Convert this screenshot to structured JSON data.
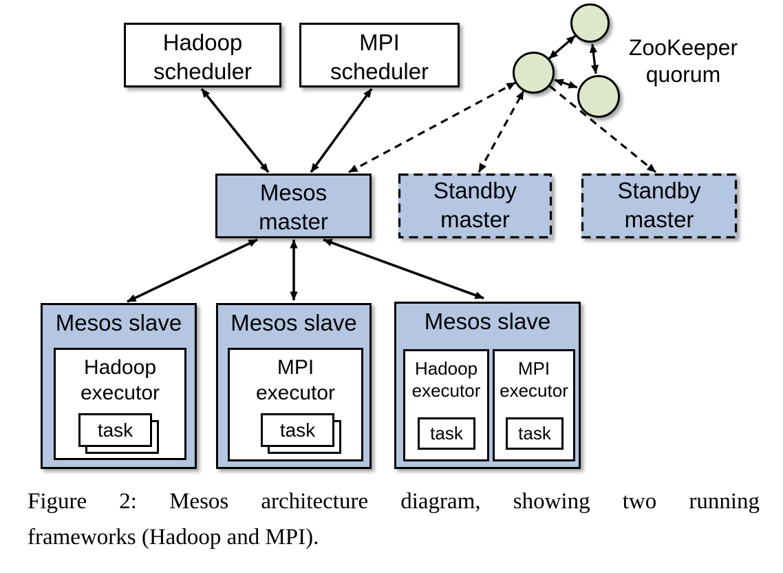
{
  "colors": {
    "node_blue": "#b4c6e1",
    "zk_green": "#dde7ca",
    "border_black": "#000000",
    "page_bg": "#ffffff"
  },
  "nodes": {
    "hadoop_scheduler": {
      "line1": "Hadoop",
      "line2": "scheduler"
    },
    "mpi_scheduler": {
      "line1": "MPI",
      "line2": "scheduler"
    },
    "zookeeper_label": {
      "line1": "ZooKeeper",
      "line2": "quorum"
    },
    "mesos_master": {
      "line1": "Mesos",
      "line2": "master"
    },
    "standby_master_1": {
      "line1": "Standby",
      "line2": "master"
    },
    "standby_master_2": {
      "line1": "Standby",
      "line2": "master"
    },
    "slave_1": {
      "title": "Mesos slave",
      "executor": {
        "line1": "Hadoop",
        "line2": "executor"
      },
      "task": "task"
    },
    "slave_2": {
      "title": "Mesos slave",
      "executor": {
        "line1": "MPI",
        "line2": "executor"
      },
      "task": "task"
    },
    "slave_3": {
      "title": "Mesos slave",
      "executor_a": {
        "line1": "Hadoop",
        "line2": "executor"
      },
      "task_a": "task",
      "executor_b": {
        "line1": "MPI",
        "line2": "executor"
      },
      "task_b": "task"
    }
  },
  "caption": {
    "line1": "Figure 2:  Mesos architecture diagram, showing two running",
    "line2": "frameworks (Hadoop and MPI)."
  }
}
